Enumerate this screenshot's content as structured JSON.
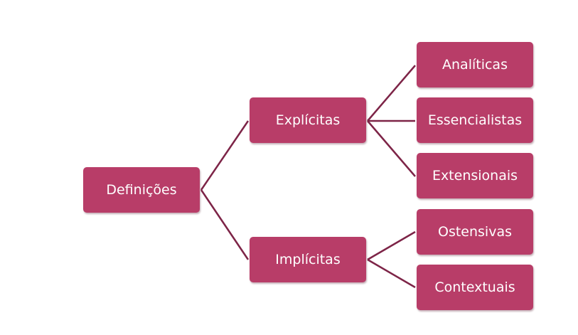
{
  "diagram": {
    "root": "Definições",
    "branches": [
      {
        "label": "Explícitas",
        "children": [
          "Analíticas",
          "Essencialistas",
          "Extensionais"
        ]
      },
      {
        "label": "Implícitas",
        "children": [
          "Ostensivas",
          "Contextuais"
        ]
      }
    ],
    "colors": {
      "node_fill": "#b83d68",
      "connector": "#7d2447",
      "text": "#ffffff"
    }
  }
}
